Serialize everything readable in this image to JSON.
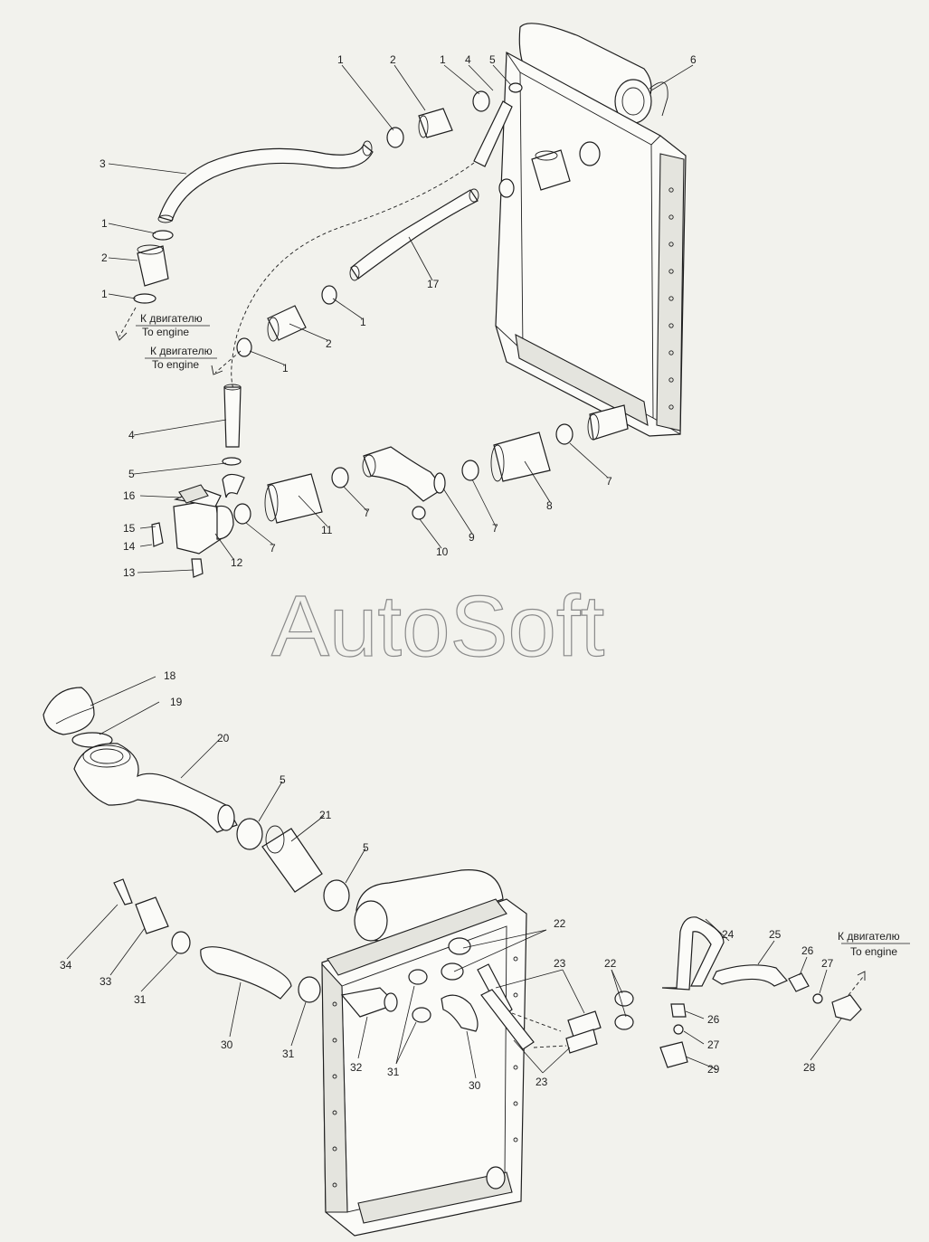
{
  "watermark": "AutoSoft",
  "to_engine_ru": "К двигателю",
  "to_engine_en": "To engine",
  "callouts": {
    "c1a": "1",
    "c2a": "2",
    "c1b": "1",
    "c4a": "4",
    "c5a": "5",
    "c6": "6",
    "c3": "3",
    "c1c": "1",
    "c2b": "2",
    "c1d": "1",
    "c17": "17",
    "c1e": "1",
    "c2c": "2",
    "c1f": "1",
    "c4b": "4",
    "c5b": "5",
    "c16": "16",
    "c15": "15",
    "c14": "14",
    "c13": "13",
    "c12": "12",
    "c7a": "7",
    "c11": "11",
    "c7b": "7",
    "c10": "10",
    "c9": "9",
    "c7c": "7",
    "c8": "8",
    "c7d": "7",
    "c18": "18",
    "c19": "19",
    "c20": "20",
    "c5c": "5",
    "c21": "21",
    "c5d": "5",
    "c22a": "22",
    "c22b": "22",
    "c23a": "23",
    "c23b": "23",
    "c24": "24",
    "c25": "25",
    "c26a": "26",
    "c27a": "27",
    "c26b": "26",
    "c27b": "27",
    "c28": "28",
    "c29": "29",
    "c34": "34",
    "c33": "33",
    "c31a": "31",
    "c30a": "30",
    "c31b": "31",
    "c32": "32",
    "c31c": "31",
    "c30b": "30"
  }
}
